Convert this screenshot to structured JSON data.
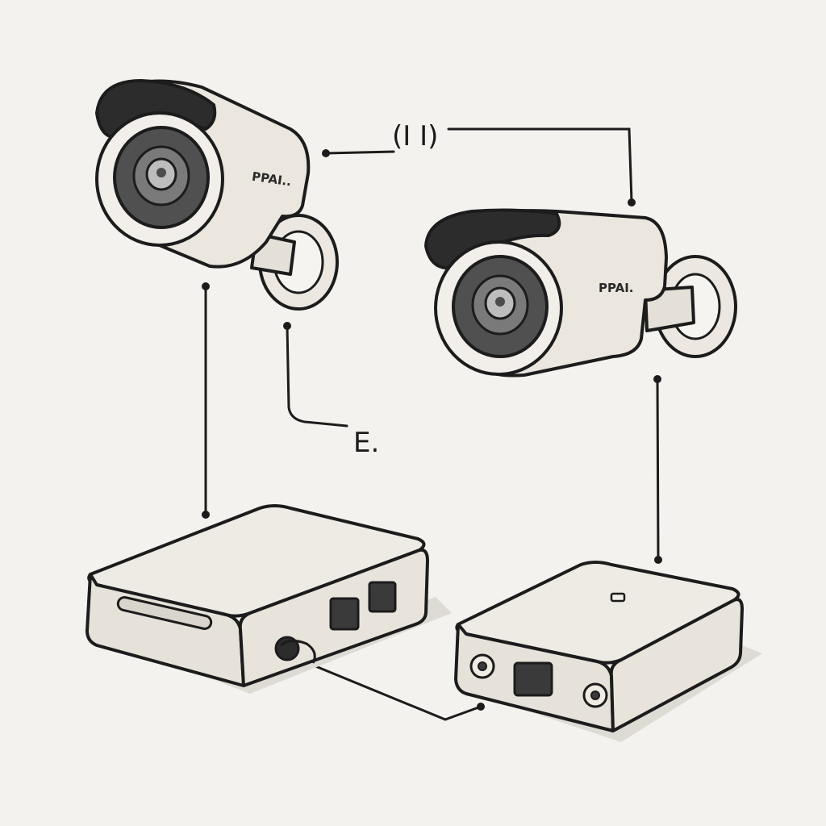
{
  "labels": {
    "camera_left_brand": "PPAI..",
    "camera_right_brand": "PPAI.",
    "wireless_label": "(I I)",
    "power_label": "E."
  },
  "colors": {
    "background": "#f3f2ef",
    "outline": "#1c1c1c",
    "device_body": "#ede9e2",
    "device_shade": "#d9d4cb",
    "lens_dark": "#4a4a4a",
    "lens_mid": "#6f6f6f",
    "shadow": "#dedbd5"
  },
  "nodes": [
    {
      "id": "camera-left",
      "kind": "bullet-camera",
      "icon": "security-camera-icon"
    },
    {
      "id": "camera-right",
      "kind": "bullet-camera",
      "icon": "security-camera-icon"
    },
    {
      "id": "recorder-left",
      "kind": "network-box",
      "icon": "router-box-icon"
    },
    {
      "id": "recorder-right",
      "kind": "network-box",
      "icon": "receiver-box-icon"
    }
  ],
  "edges": [
    {
      "from": "camera-left",
      "to": "camera-right",
      "label": "wireless_label"
    },
    {
      "from": "camera-left",
      "to": "recorder-left"
    },
    {
      "from": "camera-left",
      "to": "power",
      "label": "power_label"
    },
    {
      "from": "camera-right",
      "to": "recorder-right"
    },
    {
      "from": "recorder-left",
      "to": "recorder-right"
    }
  ]
}
